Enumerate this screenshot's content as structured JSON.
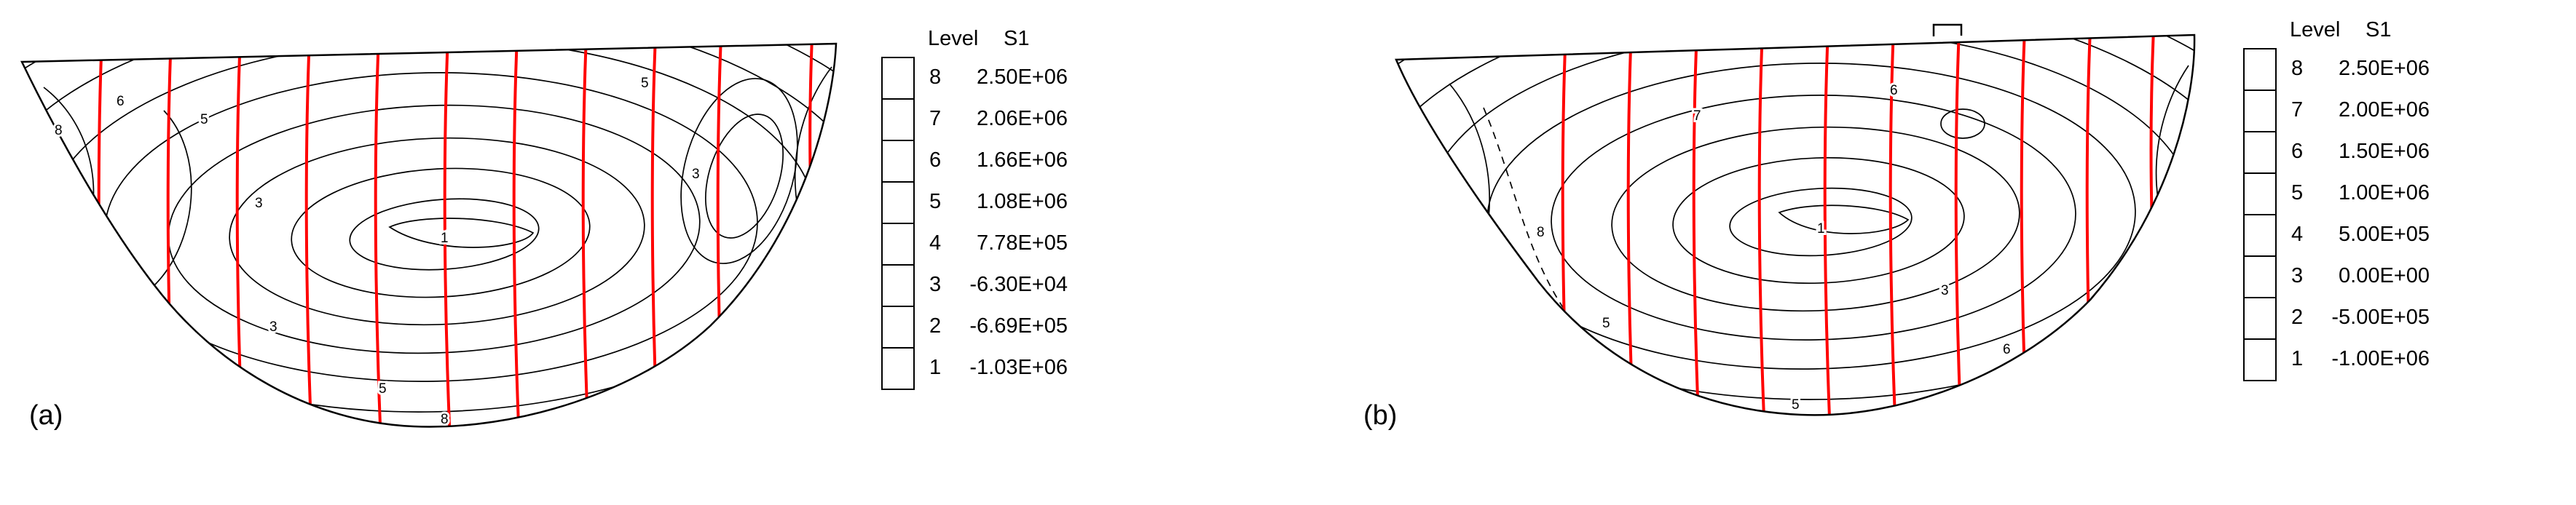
{
  "figure": {
    "background_color": "#ffffff",
    "contour_line_color": "#000000",
    "section_line_color": "#ff0000"
  },
  "panels": [
    {
      "label": "(a)",
      "legend": {
        "col1_header": "Level",
        "col2_header": "S1",
        "rows": [
          {
            "level": "8",
            "value": "2.50E+06"
          },
          {
            "level": "7",
            "value": "2.06E+06"
          },
          {
            "level": "6",
            "value": "1.66E+06"
          },
          {
            "level": "5",
            "value": "1.08E+06"
          },
          {
            "level": "4",
            "value": "7.78E+05"
          },
          {
            "level": "3",
            "value": "-6.30E+04"
          },
          {
            "level": "2",
            "value": "-6.69E+05"
          },
          {
            "level": "1",
            "value": "-1.03E+06"
          }
        ]
      },
      "contour_labels": [
        "8",
        "6",
        "5",
        "3",
        "1",
        "3",
        "5",
        "8",
        "5",
        "3"
      ]
    },
    {
      "label": "(b)",
      "legend": {
        "col1_header": "Level",
        "col2_header": "S1",
        "rows": [
          {
            "level": "8",
            "value": "2.50E+06"
          },
          {
            "level": "7",
            "value": "2.00E+06"
          },
          {
            "level": "6",
            "value": "1.50E+06"
          },
          {
            "level": "5",
            "value": "1.00E+06"
          },
          {
            "level": "4",
            "value": "5.00E+05"
          },
          {
            "level": "3",
            "value": "0.00E+00"
          },
          {
            "level": "2",
            "value": "-5.00E+05"
          },
          {
            "level": "1",
            "value": "-1.00E+06"
          }
        ]
      },
      "contour_labels": [
        "8",
        "7",
        "6",
        "1",
        "5",
        "3",
        "5",
        "6"
      ]
    }
  ],
  "chart_data": [
    {
      "type": "heatmap",
      "subtype": "line-contour",
      "panel": "(a)",
      "title": "",
      "legend_columns": [
        "Level",
        "S1"
      ],
      "levels": [
        8,
        7,
        6,
        5,
        4,
        3,
        2,
        1
      ],
      "level_values": [
        2500000,
        2060000,
        1660000,
        1080000,
        778000,
        -63000,
        -669000,
        -1030000
      ],
      "level_values_text": [
        "2.50E+06",
        "2.06E+06",
        "1.66E+06",
        "1.08E+06",
        "7.78E+05",
        "-6.30E+04",
        "-6.69E+05",
        "-1.03E+06"
      ],
      "red_section_lines": 11,
      "legend_position": "right",
      "grid": false,
      "description": "Contour map of quantity S1 over a bowl-shaped (dam cross-section) domain with vertical red section lines"
    },
    {
      "type": "heatmap",
      "subtype": "line-contour",
      "panel": "(b)",
      "title": "",
      "legend_columns": [
        "Level",
        "S1"
      ],
      "levels": [
        8,
        7,
        6,
        5,
        4,
        3,
        2,
        1
      ],
      "level_values": [
        2500000,
        2000000,
        1500000,
        1000000,
        500000,
        0,
        -500000,
        -1000000
      ],
      "level_values_text": [
        "2.50E+06",
        "2.00E+06",
        "1.50E+06",
        "1.00E+06",
        "5.00E+05",
        "0.00E+00",
        "-5.00E+05",
        "-1.00E+06"
      ],
      "red_section_lines": 10,
      "legend_position": "right",
      "grid": false,
      "description": "Contour map of quantity S1 over a bowl-shaped (dam cross-section) domain with vertical red section lines"
    }
  ]
}
